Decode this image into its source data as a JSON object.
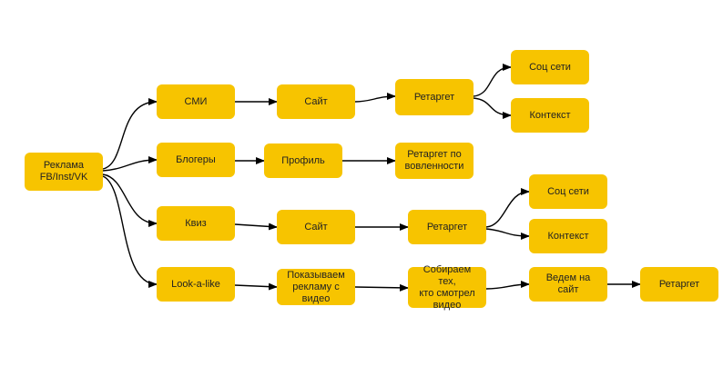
{
  "colors": {
    "node_fill": "#F7C400",
    "edge": "#000000",
    "text": "#222222",
    "background": "#FFFFFF"
  },
  "nodes": {
    "root": "Реклама\nFB/Inst/VK",
    "smi": "СМИ",
    "smi_site": "Сайт",
    "smi_retarget": "Ретаргет",
    "smi_social": "Соц сети",
    "smi_context": "Контекст",
    "bloggers": "Блогеры",
    "profile": "Профиль",
    "retarget_engagement": "Ретаргет по\nвовленности",
    "quiz": "Квиз",
    "quiz_site": "Сайт",
    "quiz_retarget": "Ретаргет",
    "quiz_social": "Соц сети",
    "quiz_context": "Контекст",
    "lookalike": "Look-a-like",
    "show_video": "Показываем\nрекламу с видео",
    "collect_viewers": "Собираем тех,\nкто смотрел\nвидео",
    "lead_to_site": "Ведем на сайт",
    "final_retarget": "Ретаргет"
  }
}
